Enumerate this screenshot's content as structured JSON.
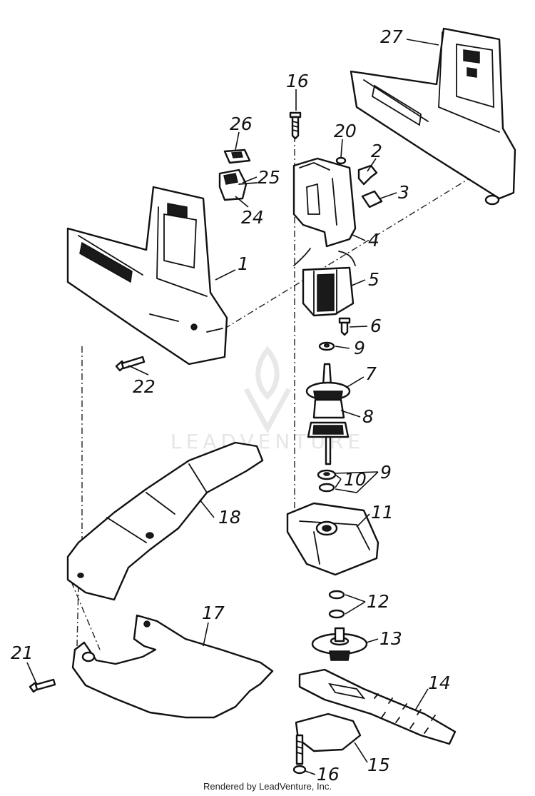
{
  "watermark": {
    "text": "LEADVENTURE"
  },
  "footer": {
    "credit": "Rendered by LeadVenture, Inc."
  },
  "callouts": [
    {
      "id": "c27",
      "label": "27"
    },
    {
      "id": "c16a",
      "label": "16"
    },
    {
      "id": "c26",
      "label": "26"
    },
    {
      "id": "c20",
      "label": "20"
    },
    {
      "id": "c2",
      "label": "2"
    },
    {
      "id": "c25",
      "label": "25"
    },
    {
      "id": "c3",
      "label": "3"
    },
    {
      "id": "c24",
      "label": "24"
    },
    {
      "id": "c4",
      "label": "4"
    },
    {
      "id": "c1",
      "label": "1"
    },
    {
      "id": "c5",
      "label": "5"
    },
    {
      "id": "c6",
      "label": "6"
    },
    {
      "id": "c9a",
      "label": "9"
    },
    {
      "id": "c22",
      "label": "22"
    },
    {
      "id": "c7",
      "label": "7"
    },
    {
      "id": "c8",
      "label": "8"
    },
    {
      "id": "c10",
      "label": "10"
    },
    {
      "id": "c9b",
      "label": "9"
    },
    {
      "id": "c18",
      "label": "18"
    },
    {
      "id": "c11",
      "label": "11"
    },
    {
      "id": "c12",
      "label": "12"
    },
    {
      "id": "c17",
      "label": "17"
    },
    {
      "id": "c13",
      "label": "13"
    },
    {
      "id": "c21",
      "label": "21"
    },
    {
      "id": "c14",
      "label": "14"
    },
    {
      "id": "c15",
      "label": "15"
    },
    {
      "id": "c16b",
      "label": "16"
    }
  ]
}
